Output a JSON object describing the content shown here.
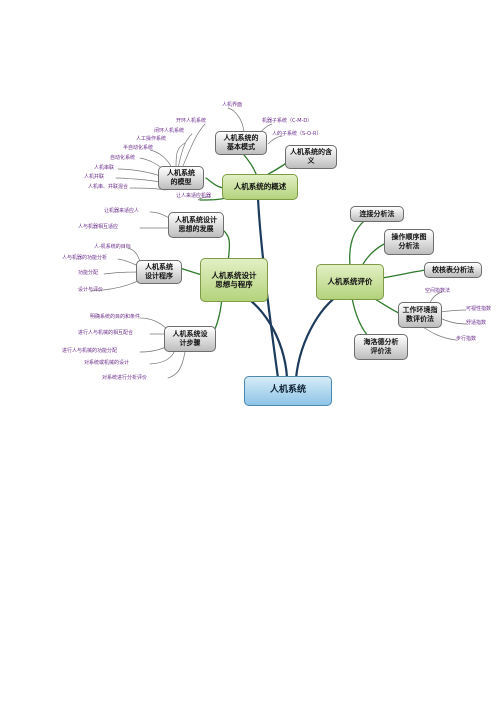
{
  "root": "人机系统",
  "main_topics": {
    "overview": "人机系统的概述",
    "design": "人机系统设计\n思想与程序",
    "evaluation": "人机系统评价"
  },
  "overview": {
    "basic_mode": "人机系统的\n基本模式",
    "meaning": "人机系统的含\n义",
    "model": "人机系统\n的模型",
    "leaves": {
      "interface": "人机界面",
      "machine_subsystem": "机器子系统（C-M-D）",
      "human_subsystem": "人的子系统（S-O-R）",
      "open_loop": "开环人机系统",
      "closed_loop": "闭环人机系统",
      "manual": "人工操作系统",
      "semi_auto": "半自动化系统",
      "auto": "自动化系统",
      "serial": "人机串联",
      "parallel": "人机并联",
      "mixed": "人机串、并联混合"
    }
  },
  "design": {
    "development": "人机系统设计\n思想的发展",
    "procedure": "人机系统\n设计程序",
    "steps": "人机系统设\n计步骤",
    "leaves": {
      "human_adapt_machine": "让人来适应机器",
      "machine_adapt_human": "让机器来适应人",
      "mutual_adapt": "人与机器相互适应",
      "goal": "人-机系统的目标",
      "ability_analysis": "人与机器的功能分析",
      "function_allocation": "功能分配",
      "design_eval": "设计与评价",
      "clarify_goal": "明确系统的目的和条件",
      "coordination": "进行人与机械的相互配合",
      "function_division": "进行人与机械的功能分配",
      "machine_design": "对系统或机械的设计",
      "system_eval": "对系统进行分析评价"
    }
  },
  "evaluation": {
    "link": "连接分析法",
    "sequence": "操作顺序图\n分析法",
    "checklist": "校核表分析法",
    "environment": "工作环境指\n数评价法",
    "heuristic": "海洛德分析\n评价法",
    "leaves": {
      "air_index": "空间指数法",
      "visibility": "可视性指数",
      "comfort": "舒适指数",
      "thermal": "步行指数"
    }
  }
}
